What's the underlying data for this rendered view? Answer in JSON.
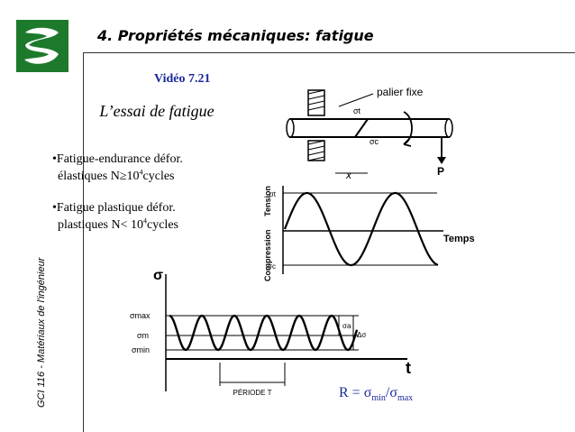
{
  "header": {
    "title": "4. Propriétés mécaniques: fatigue",
    "side_label": "GCI 116 - Matériaux de l'ingénieur"
  },
  "video_ref": "Vidéo 7.21",
  "section_title": "L’essai de fatigue",
  "bullets": [
    {
      "mark": "•",
      "line1": "Fatigue-endurance défor.",
      "line2_pre": "élastiques N≥10",
      "line2_exp": "4",
      "line2_post": "cycles"
    },
    {
      "mark": "•",
      "line1": "Fatigue plastique défor.",
      "line2_pre": "plastiques N< 10",
      "line2_exp": "4",
      "line2_post": "cycles"
    }
  ],
  "top_figure": {
    "callout": "palier fixe",
    "sigma_t": "σt",
    "sigma_c": "σc",
    "x_label": "x",
    "load": "P",
    "axis_tension": "Tension",
    "axis_compression": "Compression",
    "axis_time": "Temps",
    "sigma_t_axis": "σt",
    "sigma_c_axis": "σc"
  },
  "bottom_figure": {
    "y_axis": "σ",
    "x_axis": "t",
    "sigma_max": "σmax",
    "sigma_m": "σm",
    "sigma_min": "σmin",
    "sigma_a": "σa",
    "delta_sigma": "Δσ",
    "period": "PÉRIODE T"
  },
  "formula": {
    "prefix": "R = σ",
    "sub1": "min",
    "mid": "/σ",
    "sub2": "max"
  },
  "colors": {
    "logo_green": "#1d7a2c",
    "blue_text": "#1b2a9c"
  }
}
